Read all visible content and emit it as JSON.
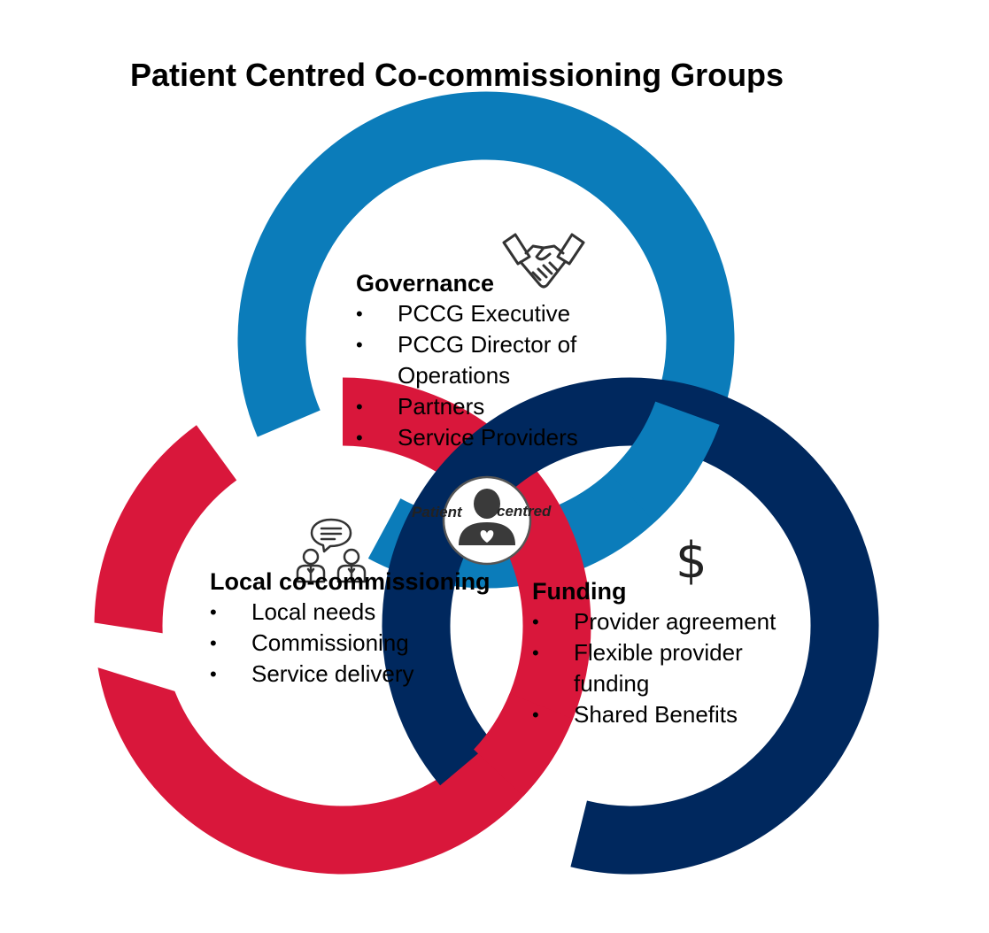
{
  "title": "Patient Centred Co-commissioning Groups",
  "colors": {
    "governance": "#0b7cba",
    "local": "#d9173b",
    "funding": "#00285e"
  },
  "badge": {
    "left_text": "Patient",
    "right_text": "centred",
    "icon": "patient-heart-icon"
  },
  "sections": {
    "governance": {
      "heading": "Governance",
      "icon": "handshake-icon",
      "items": [
        "PCCG Executive",
        "PCCG Director of Operations",
        "Partners",
        "Service Providers"
      ]
    },
    "local": {
      "heading": "Local co-commissioning",
      "icon": "chat-people-icon",
      "items": [
        "Local needs",
        "Commissioning",
        "Service delivery"
      ]
    },
    "funding": {
      "heading": "Funding",
      "icon": "dollar-icon",
      "items": [
        "Provider agreement",
        "Flexible provider funding",
        "Shared Benefits"
      ]
    }
  },
  "bullet_char": "•",
  "dollar_symbol": "$"
}
